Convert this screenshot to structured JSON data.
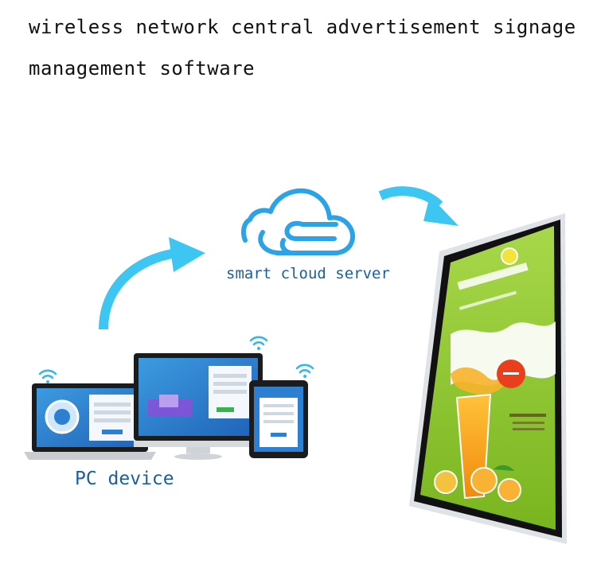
{
  "title": {
    "line1": "wireless network central advertisement signage",
    "line2": "management software"
  },
  "labels": {
    "cloud": "smart cloud server",
    "pc": "PC device"
  },
  "colors": {
    "arrow": "#3ec6f2",
    "cloud": "#2aa3e8",
    "wifi": "#35b7ec",
    "label": "#1a5fa0",
    "signage_bg": "#9ad13a",
    "juice": "#f5a21c"
  },
  "icons": [
    "cloud-icon",
    "wifi-icon",
    "laptop-icon",
    "monitor-icon",
    "tablet-icon",
    "arrow-icon",
    "signage-display-icon"
  ]
}
